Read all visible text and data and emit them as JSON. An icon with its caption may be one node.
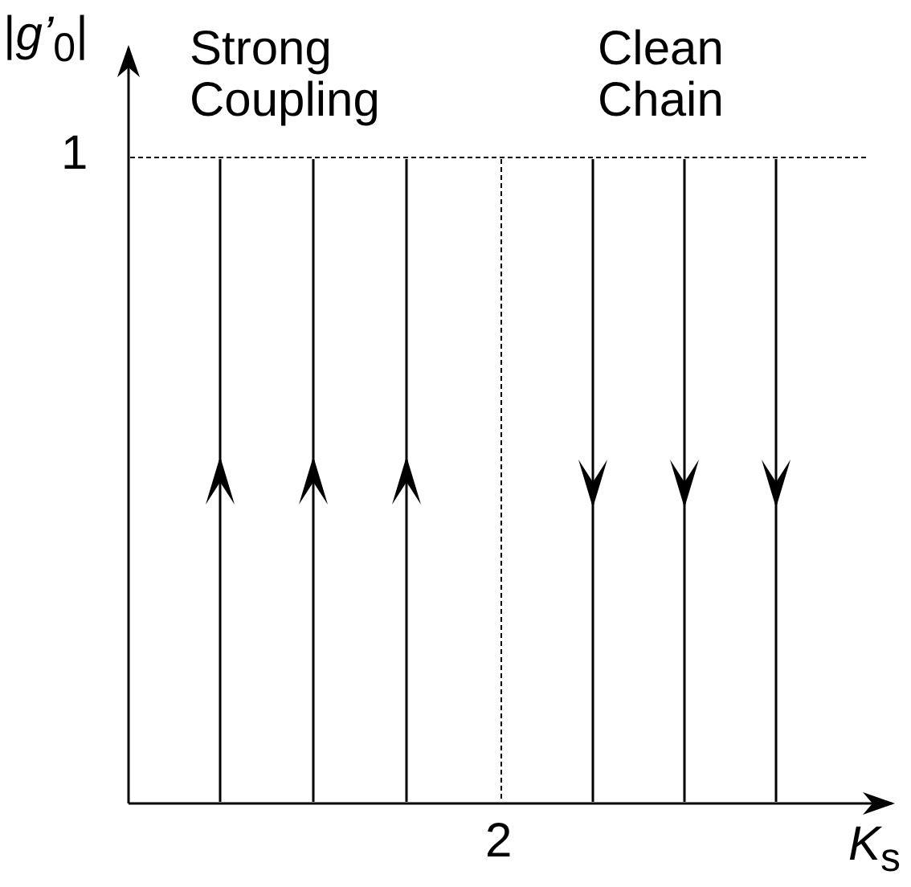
{
  "diagram": {
    "labels": [
      "|*g’*$_{0}$|",
      "Strong Coupling",
      "Clean Chain",
      "1",
      "2",
      "*K*$_{s}$"
    ]
  }
}
